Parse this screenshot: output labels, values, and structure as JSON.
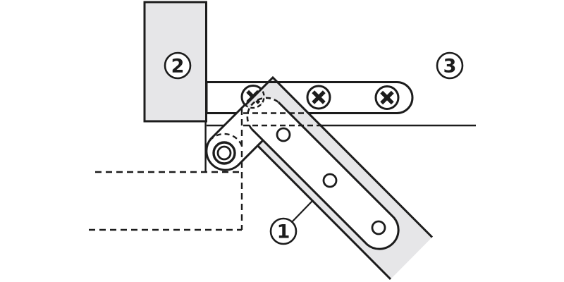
{
  "diagram": {
    "kind": "technical-fitting-drawing",
    "labels": {
      "part1": "1",
      "part2": "2",
      "part3": "3"
    },
    "colors": {
      "line": "#1c1c1c",
      "panel_fill": "#e6e6e8",
      "background": "#ffffff"
    }
  }
}
